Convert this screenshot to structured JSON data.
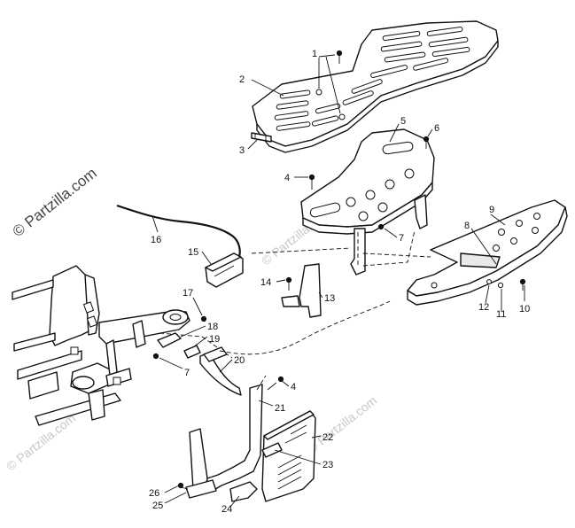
{
  "watermarks": {
    "main": "© Partzilla.com",
    "faint": "© Partzilla.com"
  },
  "callouts": {
    "c1": "1",
    "c2": "2",
    "c3": "3",
    "c4a": "4",
    "c4b": "4",
    "c5": "5",
    "c6": "6",
    "c7a": "7",
    "c7b": "7",
    "c8": "8",
    "c9": "9",
    "c10": "10",
    "c11": "11",
    "c12": "12",
    "c13": "13",
    "c14": "14",
    "c15": "15",
    "c16": "16",
    "c17": "17",
    "c18": "18",
    "c19": "19",
    "c20": "20",
    "c21": "21",
    "c22": "22",
    "c23": "23",
    "c24": "24",
    "c25": "25",
    "c26": "26"
  }
}
